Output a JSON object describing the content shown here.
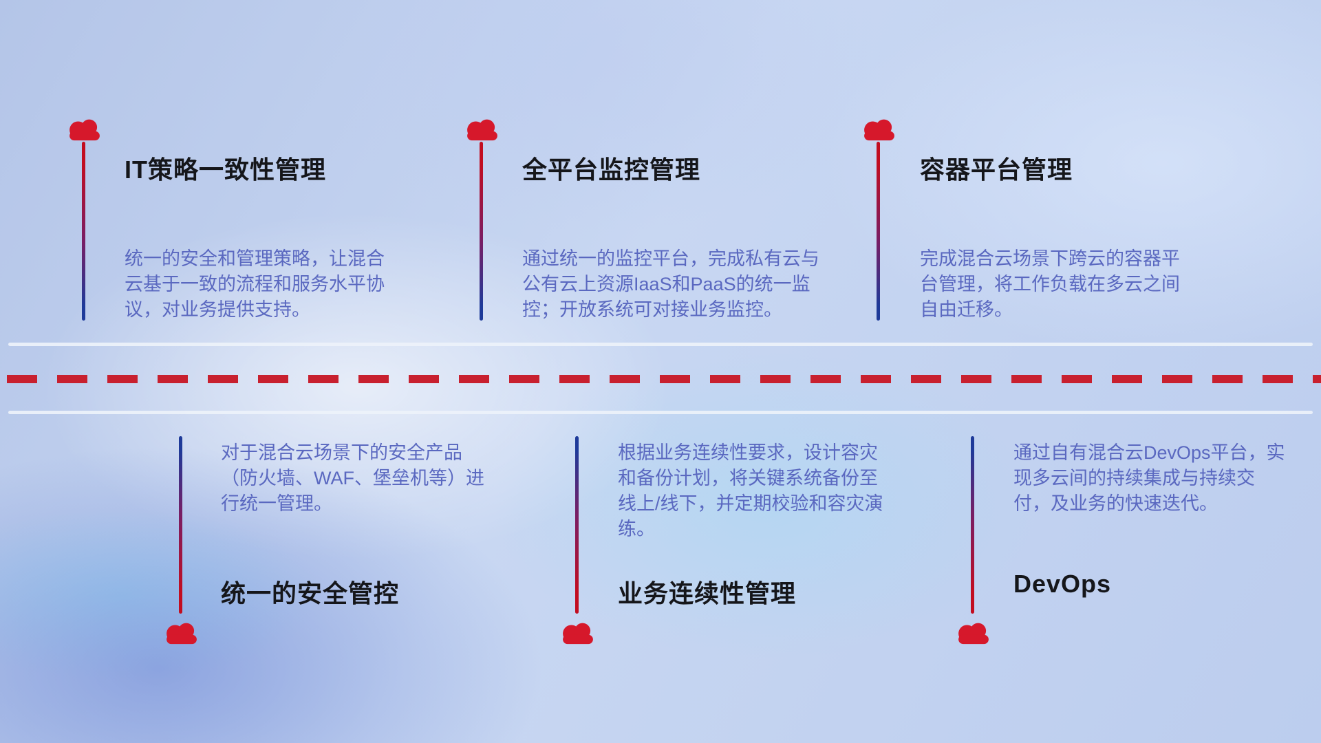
{
  "colors": {
    "cloud": "#d6182b",
    "line_red": "#c20d20",
    "line_blue": "#1e3a99",
    "title": "#15161a",
    "desc": "#5a68c0",
    "dash": "#c8202f",
    "divider": "#edf2fa"
  },
  "items": [
    {
      "title": "IT策略一致性管理",
      "description": "统一的安全和管理策略，让混合云基于一致的流程和服务水平协议，对业务提供支持。",
      "position": "top"
    },
    {
      "title": "全平台监控管理",
      "description": "通过统一的监控平台，完成私有云与公有云上资源IaaS和PaaS的统一监控；开放系统可对接业务监控。",
      "position": "top"
    },
    {
      "title": "容器平台管理",
      "description": "完成混合云场景下跨云的容器平台管理，将工作负载在多云之间自由迁移。",
      "position": "top"
    },
    {
      "title": "统一的安全管控",
      "description": "对于混合云场景下的安全产品（防火墙、WAF、堡垒机等）进行统一管理。",
      "position": "bottom"
    },
    {
      "title": "业务连续性管理",
      "description": "根据业务连续性要求，设计容灾和备份计划，将关键系统备份至线上/线下，并定期校验和容灾演练。",
      "position": "bottom"
    },
    {
      "title": "DevOps",
      "description": "通过自有混合云DevOps平台，实现多云间的持续集成与持续交付，及业务的快速迭代。",
      "position": "bottom"
    }
  ]
}
